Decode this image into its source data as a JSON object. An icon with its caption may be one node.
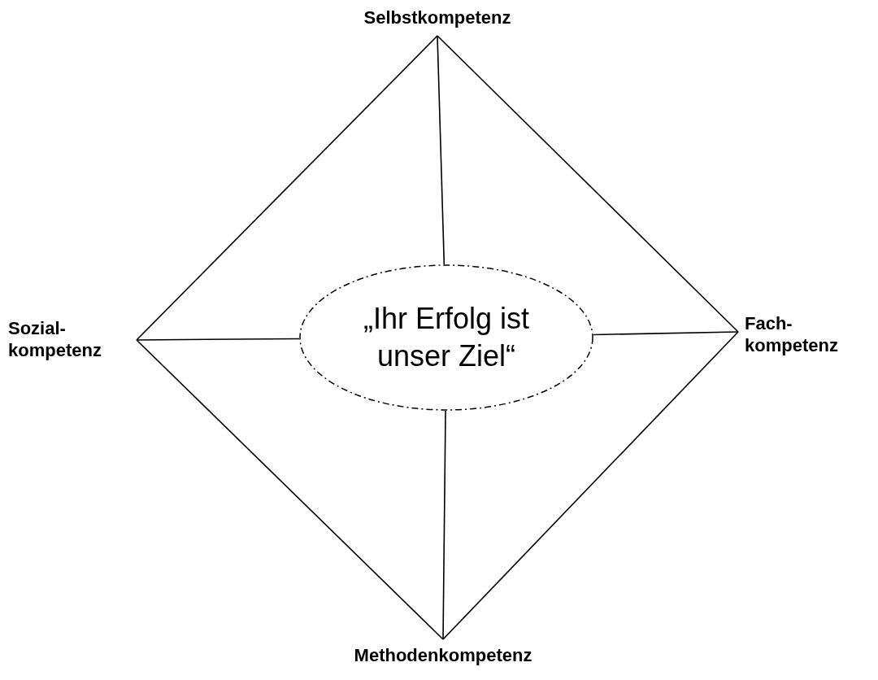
{
  "diagram": {
    "nodes": [
      {
        "text": [
          "Selbstkompetenz"
        ]
      },
      {
        "text": [
          "Sozial- kompetenz"
        ]
      },
      {
        "text": [
          "Fach- kompetenz"
        ]
      },
      {
        "text": [
          "Methodenkompetenz"
        ]
      },
      {
        "text": [
          "„Ihr Erfolg ist unser Ziel“"
        ]
      }
    ],
    "edges": [
      {
        "from": 0,
        "to": 1,
        "arrow": "none"
      },
      {
        "from": 0,
        "to": 2,
        "arrow": "none"
      },
      {
        "from": 1,
        "to": 3,
        "arrow": "none"
      },
      {
        "from": 2,
        "to": 3,
        "arrow": "none"
      },
      {
        "from": 0,
        "to": 4,
        "arrow": "none"
      },
      {
        "from": 1,
        "to": 4,
        "arrow": "none"
      },
      {
        "from": 2,
        "to": 4,
        "arrow": "none"
      },
      {
        "from": 3,
        "to": 4,
        "arrow": "none"
      }
    ]
  }
}
